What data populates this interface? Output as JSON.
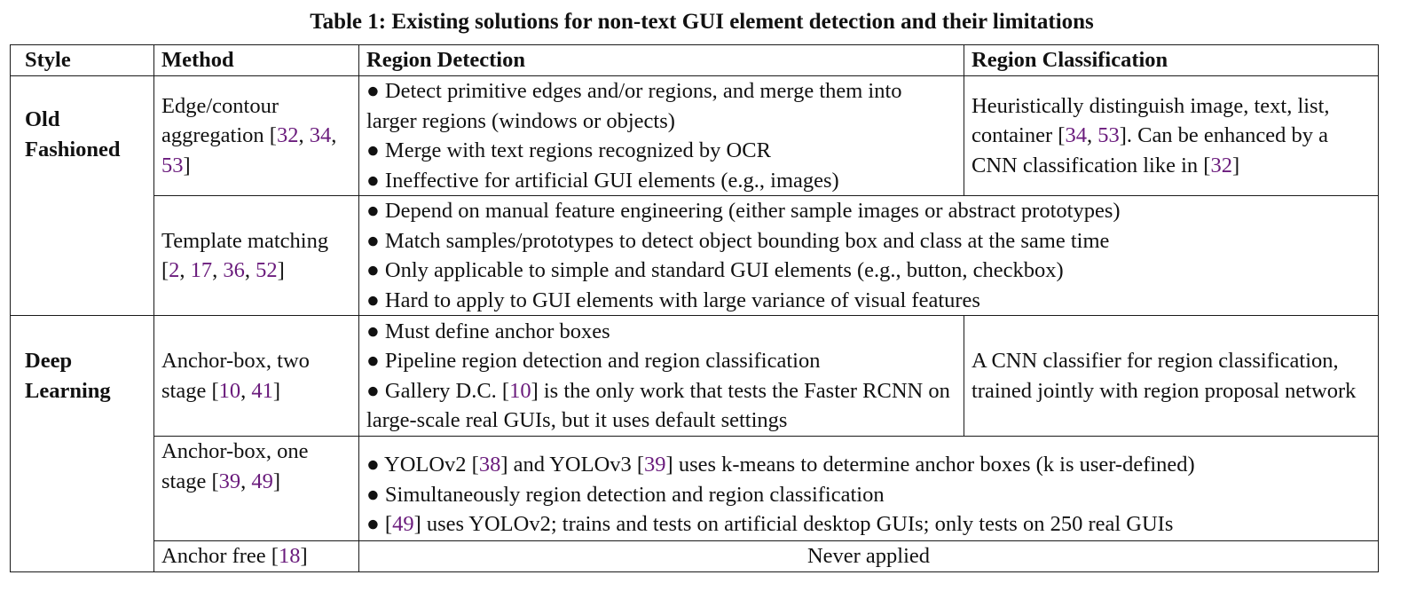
{
  "caption": "Table 1: Existing solutions for non-text GUI element detection and their limitations",
  "headers": {
    "style": "Style",
    "method": "Method",
    "region_detection": "Region Detection",
    "region_classification": "Region Classification"
  },
  "styles": {
    "old_line1": "Old",
    "old_line2": "Fashioned",
    "deep_line1": "Deep",
    "deep_line2": "Learning"
  },
  "rows": {
    "edge": {
      "method_pre": "Edge/contour aggregation [",
      "refs": [
        "32",
        "34",
        "53"
      ],
      "detection": [
        "● Detect primitive edges and/or regions, and merge them into larger regions (windows or objects)",
        "● Merge with text regions recognized by OCR",
        "● Ineffective for artificial GUI elements (e.g., images)"
      ],
      "classification_pre": "Heuristically distinguish image, text, list, container [",
      "classification_refs": [
        "34",
        "53"
      ],
      "classification_mid": "]. Can be enhanced by a CNN classification like in [",
      "classification_ref_last": "32",
      "classification_post": "]"
    },
    "template": {
      "method_pre": "Template matching [",
      "refs": [
        "2",
        "17",
        "36",
        "52"
      ],
      "detection": [
        "● Depend on manual feature engineering (either sample images or abstract prototypes)",
        "● Match samples/prototypes to detect object bounding box and class at the same time",
        "● Only applicable to simple and standard GUI elements (e.g., button, checkbox)",
        "● Hard to apply to GUI elements with large variance of visual features"
      ]
    },
    "two_stage": {
      "method_pre": "Anchor-box, two stage [",
      "refs": [
        "10",
        "41"
      ],
      "detection_1": "● Must define anchor boxes",
      "detection_2": "● Pipeline region detection and region classification",
      "detection_3_pre": "● Gallery D.C. [",
      "detection_3_ref": "10",
      "detection_3_post": "] is the only work that tests the Faster RCNN on large-scale real GUIs, but it uses default settings",
      "classification": "A CNN classifier for region classification, trained jointly with region proposal network"
    },
    "one_stage": {
      "method_pre": "Anchor-box, one stage [",
      "refs": [
        "39",
        "49"
      ],
      "line1_a": "● YOLOv2 [",
      "line1_ref_a": "38",
      "line1_b": "] and YOLOv3 [",
      "line1_ref_b": "39",
      "line1_c": "] uses k-means to determine anchor boxes (k is user-defined)",
      "line2": "● Simultaneously region detection and region classification",
      "line3_a": "● [",
      "line3_ref": "49",
      "line3_b": "] uses YOLOv2; trains and tests on artificial desktop GUIs; only tests on 250 real GUIs"
    },
    "anchor_free": {
      "method_pre": "Anchor free [",
      "refs": [
        "18"
      ],
      "detection": "Never applied"
    }
  },
  "colors": {
    "reference": "#6a1b7c",
    "border": "#1a1a1a"
  }
}
